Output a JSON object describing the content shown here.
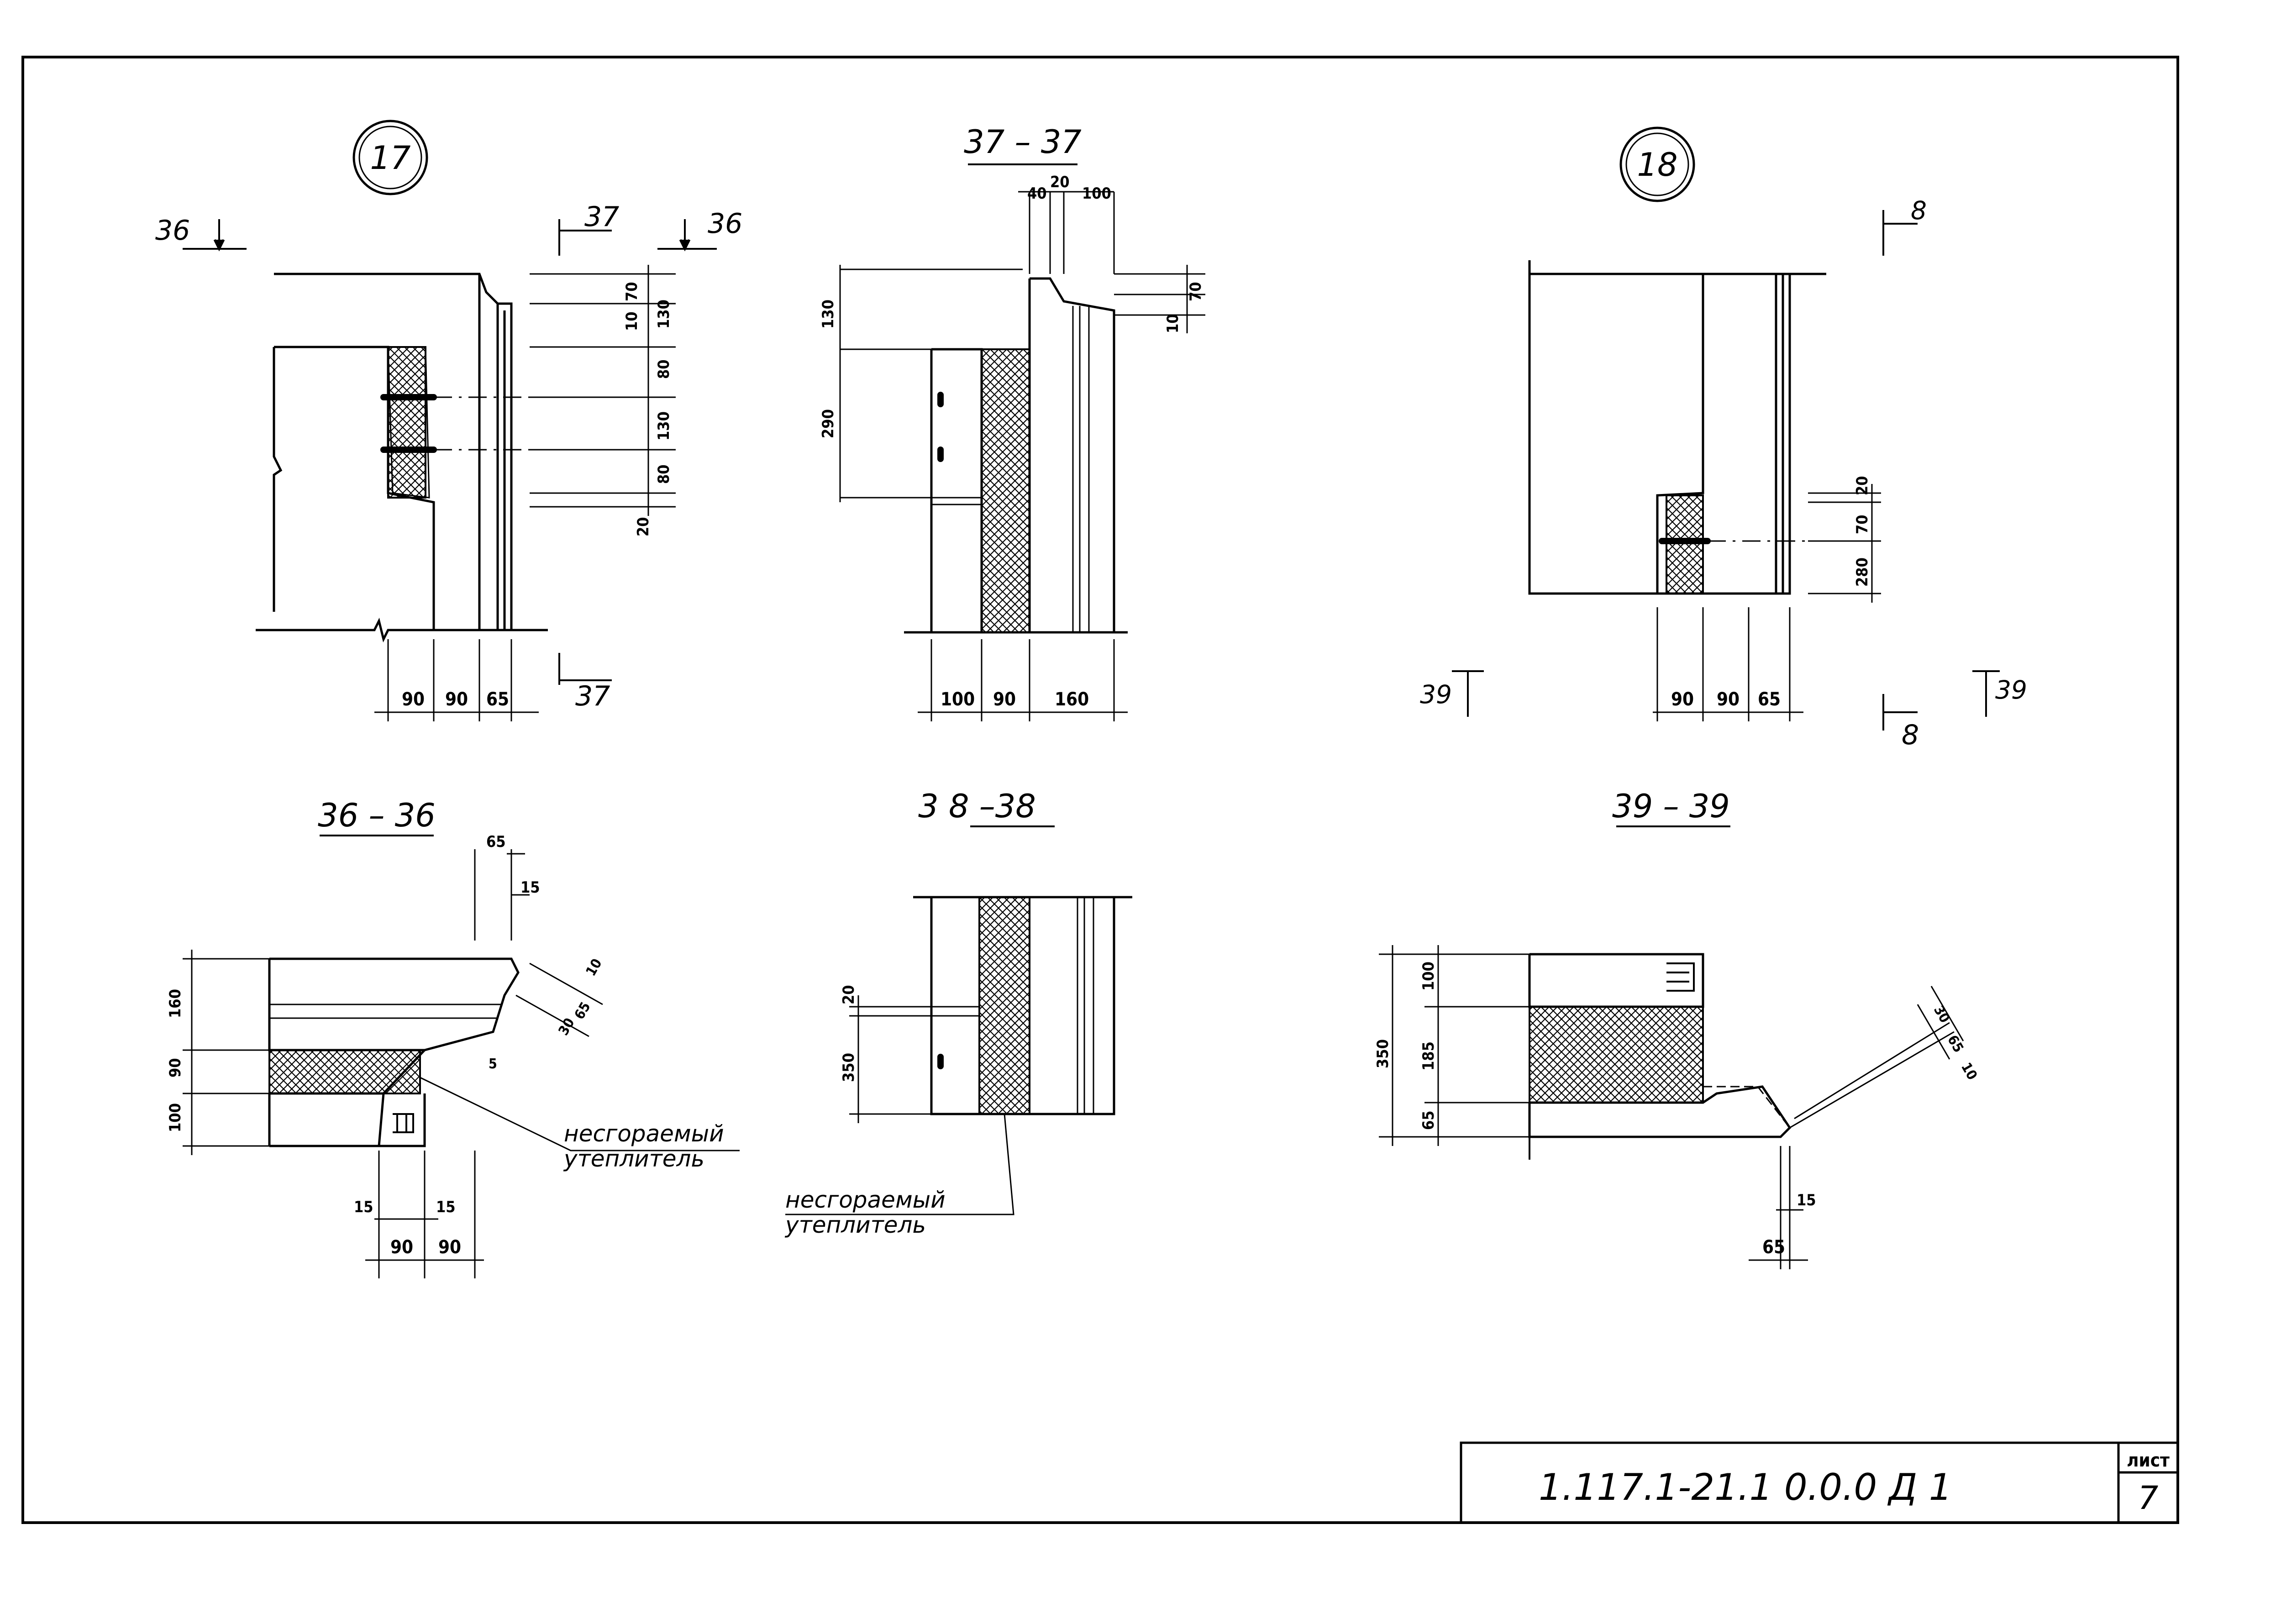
{
  "callouts": {
    "c17": "17",
    "c18": "18"
  },
  "sections": {
    "s37": "37 – 37",
    "s36": "36 – 36",
    "s38": "3 8 –38",
    "s39": "39 – 39"
  },
  "cut_marks": {
    "m36a": "36",
    "m36b": "36",
    "m37a": "37",
    "m37b": "37",
    "m8a": "8",
    "m8b": "8",
    "m39a": "39",
    "m39b": "39"
  },
  "dims": {
    "d17": [
      "10",
      "70",
      "130",
      "80",
      "130",
      "80",
      "20",
      "90",
      "90",
      "65"
    ],
    "d37": [
      "40",
      "20",
      "100",
      "130",
      "290",
      "70",
      "10",
      "100",
      "90",
      "160"
    ],
    "d18": [
      "20",
      "70",
      "280",
      "90",
      "90",
      "65"
    ],
    "d36": [
      "65",
      "15",
      "160",
      "90",
      "100",
      "30",
      "65",
      "10",
      "5",
      "15",
      "15",
      "90",
      "90"
    ],
    "d38": [
      "20",
      "350"
    ],
    "d39": [
      "350",
      "100",
      "185",
      "65",
      "30",
      "65",
      "10",
      "15",
      "65"
    ]
  },
  "labels": {
    "insulation_1a": "несгораемый",
    "insulation_1b": "утеплитель",
    "insulation_2a": "несгораемый",
    "insulation_2b": "утеплитель"
  },
  "title_block": {
    "doc_code": "1.117.1-21.1  0.0.0 Д 1",
    "sheet_label": "лист",
    "sheet_number": "7"
  }
}
